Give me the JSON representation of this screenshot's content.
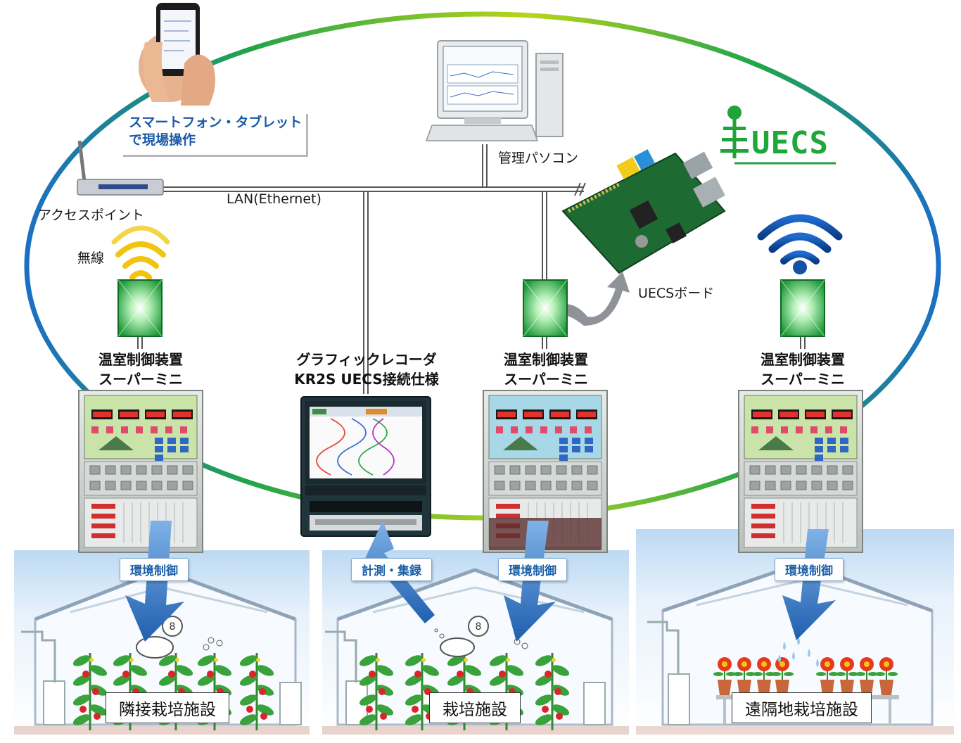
{
  "network": {
    "lan_label": "LAN(Ethernet)",
    "access_point_label": "アクセスポイント",
    "wireless_label": "無線",
    "pc_label": "管理パソコン",
    "board_label": "UECSボード",
    "logo_text": "UECS",
    "phone_caption": [
      "スマートフォン・タブレット",
      "で現場操作"
    ]
  },
  "devices": {
    "controller_left": [
      "温室制御装置",
      "スーパーミニ"
    ],
    "recorder": [
      "グラフィックレコーダ",
      "KR2S UECS接続仕様"
    ],
    "controller_center": [
      "温室制御装置",
      "スーパーミニ"
    ],
    "controller_right": [
      "温室制御装置",
      "スーパーミニ"
    ]
  },
  "flows": {
    "env_control": "環境制御",
    "measure": "計測・集録"
  },
  "facilities": {
    "left": "隣接栽培施設",
    "center": "栽培施設",
    "right": "遠隔地栽培施設"
  },
  "colors": {
    "ring_green": "#22a23a",
    "ring_blue": "#1a78c8",
    "arrow_blue": "#1f63b5",
    "module_green": "#2bb34a",
    "text_blue": "#1a5aa8"
  }
}
